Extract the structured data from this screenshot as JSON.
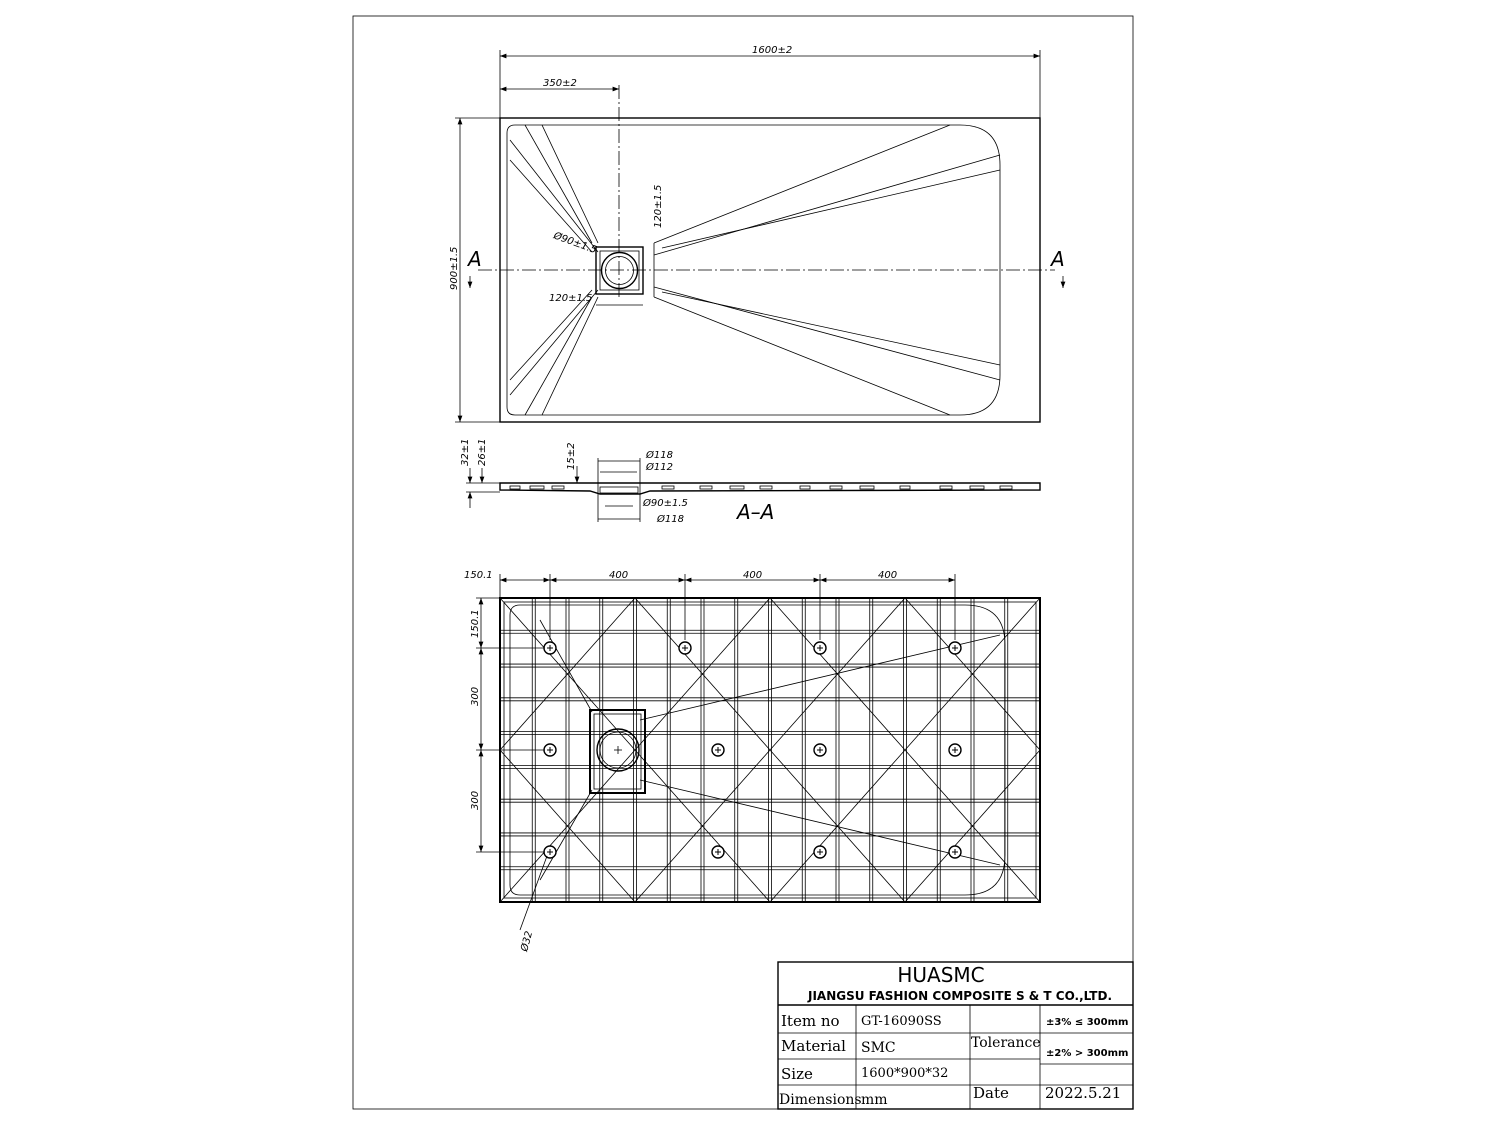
{
  "top_view": {
    "dim_length": "1600±2",
    "dim_drain_x": "350±2",
    "dim_width": "900±1.5",
    "dim_grate_v": "120±1.5",
    "dim_grate_h": "120±1.5",
    "dim_drain_dia": "Ø90±1.5",
    "section_left": "A",
    "section_right": "A"
  },
  "section_view": {
    "dim_total_h": "32±1",
    "dim_inner_h": "26±1",
    "dim_depth": "15±2",
    "dim_top_d1": "Ø118",
    "dim_top_d2": "Ø112",
    "dim_bot_d1": "Ø90±1.5",
    "dim_bot_d2": "Ø118",
    "label": "A–A"
  },
  "bottom_view": {
    "dim_edge_x": "150.1",
    "dim_pitch_1": "400",
    "dim_pitch_2": "400",
    "dim_pitch_3": "400",
    "dim_edge_y": "150.1",
    "dim_row_1": "300",
    "dim_row_2": "300",
    "dim_foot": "Ø32"
  },
  "title_block": {
    "brand": "HUASMC",
    "company": "JIANGSU FASHION COMPOSITE S & T CO.,LTD.",
    "item_label": "Item no",
    "item_value": "GT-16090SS",
    "material_label": "Material",
    "material_value": "SMC",
    "size_label": "Size",
    "size_value": "1600*900*32",
    "dimensions_label": "Dimensions",
    "dimensions_value": "mm",
    "tolerance_label": "Tolerance",
    "tol_1": "±3% ≤ 300mm",
    "tol_2": "±2% > 300mm",
    "date_label": "Date",
    "date_value": "2022.5.21"
  }
}
